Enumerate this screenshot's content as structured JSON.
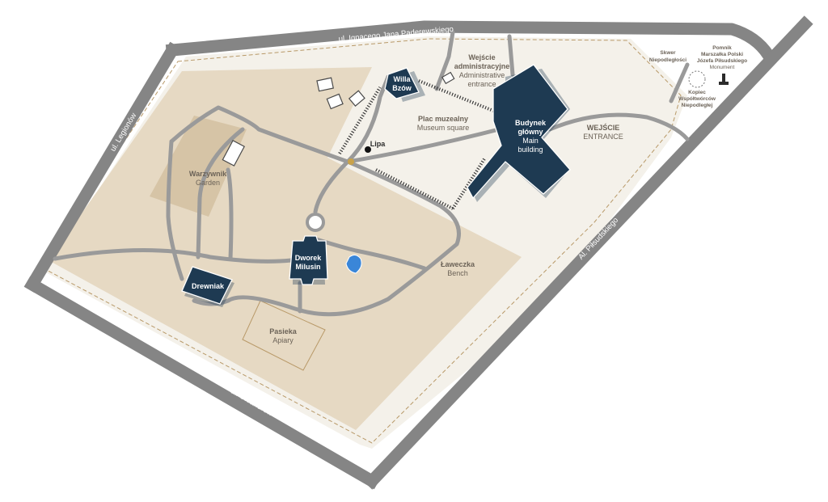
{
  "colors": {
    "road": "#858585",
    "park": "#e6d9c3",
    "museum_area": "#f4f1ea",
    "garden": "#d6c4a6",
    "building": "#1e3a52",
    "text": "#6b6257",
    "pond": "#3a86d8",
    "boundary": "#b89968"
  },
  "streets": {
    "north": "ul. Ignacego Jana Paderewskiego",
    "west": "ul. Legionów",
    "southwest": "ul. Oleandrów",
    "east": "Al. Piłsudskiego"
  },
  "places": {
    "willa": {
      "line1": "Willa",
      "line2": "Bzów"
    },
    "admin_entrance": {
      "pl": "Wejście",
      "pl2": "administracyjne",
      "en": "Administrative",
      "en2": "entrance"
    },
    "main_building": {
      "pl": "Budynek",
      "pl2": "główny",
      "en": "Main",
      "en2": "building"
    },
    "entrance": {
      "pl": "WEJŚCIE",
      "en": "ENTRANCE"
    },
    "museum_square": {
      "pl": "Plac muzealny",
      "en": "Museum square"
    },
    "lipa": "Lipa",
    "garden": {
      "pl": "Warzywnik",
      "en": "Garden"
    },
    "dworek": {
      "line1": "Dworek",
      "line2": "Milusin"
    },
    "drewniak": "Drewniak",
    "laweczka": {
      "pl": "Ławeczka",
      "en": "Bench"
    },
    "pasieka": {
      "pl": "Pasieka",
      "en": "Apiary"
    },
    "skwer": {
      "line1": "Skwer",
      "line2": "Niepodległości"
    },
    "pomnik": {
      "line1": "Pomnik",
      "line2": "Marszałka Polski",
      "line3": "Józefa Piłsudskiego",
      "en": "Monument"
    },
    "kopiec": {
      "line1": "Kopiec",
      "line2": "Współtwórców",
      "line3": "Niepodległej"
    }
  },
  "icons": {
    "tree": "filled-circle",
    "monument": "monument-icon",
    "mound": "dashed-circle"
  }
}
